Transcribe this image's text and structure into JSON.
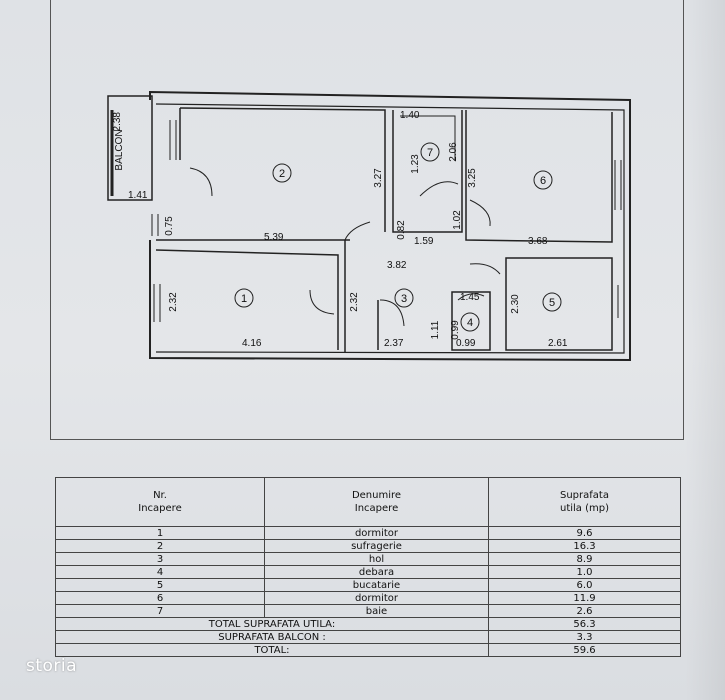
{
  "plan": {
    "balcony_label": "BALCON",
    "dims": {
      "balcon_h": "2.38",
      "balcon_w": "1.41",
      "d075": "0.75",
      "r2_h": "3.27",
      "r2_w": "5.39",
      "r7_w": "1.40",
      "r7_h": "1.23",
      "d206": "2.06",
      "d082": "0.82",
      "d159": "1.59",
      "d102": "1.02",
      "r6_h": "3.25",
      "r6_w": "3.68",
      "d382": "3.82",
      "r1_h": "2.32",
      "r1_w": "4.16",
      "r3_h": "2.32",
      "r3_w": "2.37",
      "d111": "1.11",
      "d145": "1.45",
      "r4_h": "0.99",
      "r4_w": "0.99",
      "r5_h": "2.30",
      "r5_w": "2.61"
    },
    "rooms": [
      "1",
      "2",
      "3",
      "4",
      "5",
      "6",
      "7"
    ]
  },
  "table": {
    "headers": {
      "nr": [
        "Nr.",
        "Incapere"
      ],
      "den": [
        "Denumire",
        "Incapere"
      ],
      "sup": [
        "Suprafata",
        "utila  (mp)"
      ]
    },
    "rows": [
      {
        "nr": "1",
        "name": "dormitor",
        "area": "9.6"
      },
      {
        "nr": "2",
        "name": "sufragerie",
        "area": "16.3"
      },
      {
        "nr": "3",
        "name": "hol",
        "area": "8.9"
      },
      {
        "nr": "4",
        "name": "debara",
        "area": "1.0"
      },
      {
        "nr": "5",
        "name": "bucatarie",
        "area": "6.0"
      },
      {
        "nr": "6",
        "name": "dormitor",
        "area": "11.9"
      },
      {
        "nr": "7",
        "name": "baie",
        "area": "2.6"
      }
    ],
    "totals": [
      {
        "label": "TOTAL  SUPRAFATA UTILA:",
        "value": "56.3"
      },
      {
        "label": "SUPRAFATA  BALCON  :",
        "value": "3.3"
      },
      {
        "label": "TOTAL:",
        "value": "59.6"
      }
    ]
  },
  "watermark": "storia"
}
